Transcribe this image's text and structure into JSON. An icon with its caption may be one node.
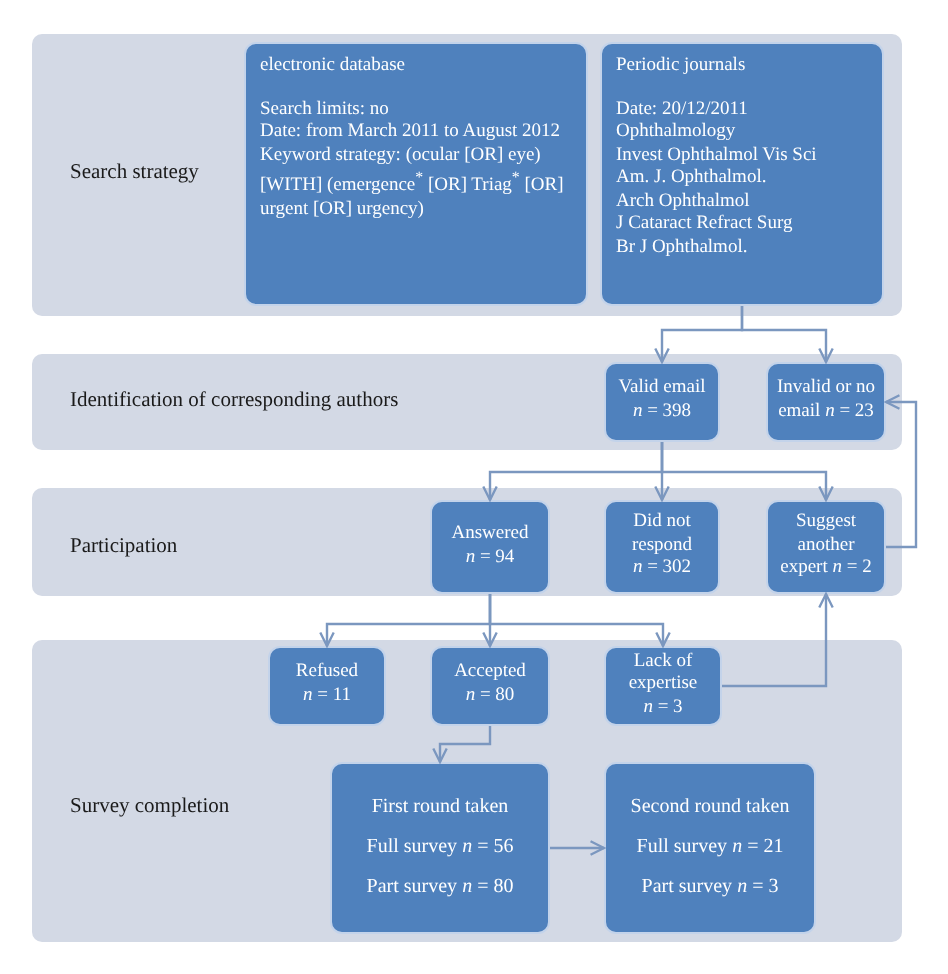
{
  "diagram": {
    "nodes": [
      {
        "text": [
          "Search strategy"
        ]
      },
      {
        "text": [
          "electronic database",
          "Search limits: no",
          "Date: from March 2011 to August 2012",
          "Keyword strategy: (ocular [OR] eye) [WITH] (emergence$^{*}$ [OR] Triag$^{*}$ [OR] urgent [OR] urgency)"
        ],
        "in": 0
      },
      {
        "text": [
          "Periodic journals",
          "Date: 20/12/2011",
          "Ophthalmology",
          "Invest Ophthalmol Vis Sci",
          "Am. J. Ophthalmol.",
          "Arch Ophthalmol",
          "J Cataract Refract Surg",
          "Br J Ophthalmol."
        ],
        "in": 0
      },
      {
        "text": [
          "Identification of corresponding authors"
        ]
      },
      {
        "text": [
          "Valid email *n* = 398"
        ],
        "in": 3
      },
      {
        "text": [
          "Invalid or no email *n* = 23"
        ],
        "in": 3
      },
      {
        "text": [
          "Participation"
        ]
      },
      {
        "text": [
          "Answered *n* = 94"
        ],
        "in": 6
      },
      {
        "text": [
          "Did not respond *n* = 302"
        ],
        "in": 6
      },
      {
        "text": [
          "Suggest another expert *n* = 2"
        ],
        "in": 6
      },
      {
        "text": [
          "Survey completion"
        ]
      },
      {
        "text": [
          "Refused *n* = 11"
        ],
        "in": 10
      },
      {
        "text": [
          "Accepted *n* = 80"
        ],
        "in": 10
      },
      {
        "text": [
          "Lack of expertise *n* = 3"
        ],
        "in": 10
      },
      {
        "text": [
          "First round taken",
          "Full survey *n* = 56",
          "Part survey *n* = 80"
        ],
        "in": 10
      },
      {
        "text": [
          "Second round taken",
          "Full survey *n* = 21",
          "Part survey *n* = 3"
        ],
        "in": 10
      }
    ],
    "edges": [
      {
        "from": 2,
        "to": 4,
        "arrow": "to"
      },
      {
        "from": 2,
        "to": 5,
        "arrow": "to"
      },
      {
        "from": 4,
        "to": 7,
        "arrow": "to"
      },
      {
        "from": 4,
        "to": 8,
        "arrow": "to"
      },
      {
        "from": 4,
        "to": 9,
        "arrow": "to"
      },
      {
        "from": 9,
        "to": 5,
        "arrow": "to"
      },
      {
        "from": 7,
        "to": 11,
        "arrow": "to"
      },
      {
        "from": 7,
        "to": 12,
        "arrow": "to"
      },
      {
        "from": 7,
        "to": 13,
        "arrow": "to"
      },
      {
        "from": 13,
        "to": 9,
        "arrow": "to"
      },
      {
        "from": 12,
        "to": 14,
        "arrow": "to"
      },
      {
        "from": 14,
        "to": 15,
        "arrow": "to"
      }
    ]
  }
}
